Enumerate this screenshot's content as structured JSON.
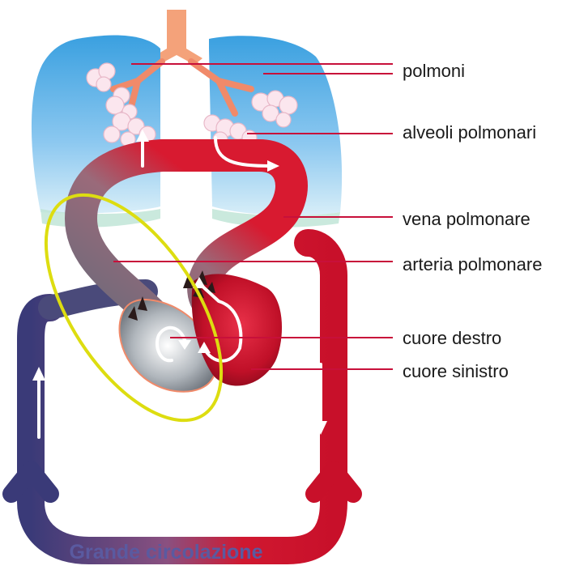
{
  "labels": [
    {
      "id": "lungs",
      "text": "polmoni"
    },
    {
      "id": "alveoli",
      "text": "alveoli polmonari"
    },
    {
      "id": "pulmonary-vein",
      "text": "vena polmonare"
    },
    {
      "id": "pulmonary-artery",
      "text": "arteria polmonare"
    },
    {
      "id": "right-heart",
      "text": "cuore destro"
    },
    {
      "id": "left-heart",
      "text": "cuore sinistro"
    }
  ],
  "caption": {
    "text": "Grande circolazione",
    "color": "#5a5aa0"
  },
  "colors": {
    "arterial": "#d0102a",
    "venous": "#4a4a80",
    "deoxygenated_heart": "#b8bec4",
    "lungs": "#4aa8e0",
    "leader_line": "#c8103a",
    "highlight_ellipse": "#dddd10"
  }
}
